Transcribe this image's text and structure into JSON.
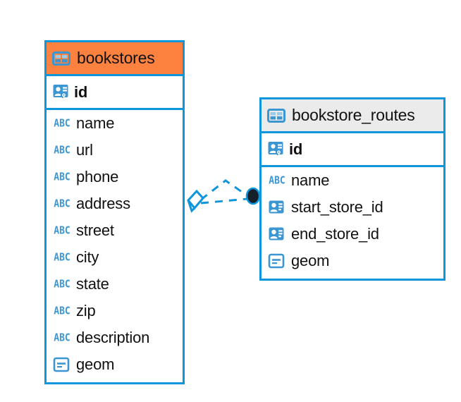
{
  "diagram": {
    "type": "entity-relationship-diagram",
    "background_color": "#ffffff",
    "accent_color": "#0D96DB",
    "entities": [
      {
        "name": "bookstores",
        "header_color": "#FD8240",
        "header_icon": "table-grid-icon",
        "primary_key": {
          "label": "id",
          "icon": "primary-key-icon"
        },
        "fields": [
          {
            "label": "name",
            "icon": "abc-string-icon"
          },
          {
            "label": "url",
            "icon": "abc-string-icon"
          },
          {
            "label": "phone",
            "icon": "abc-string-icon"
          },
          {
            "label": "address",
            "icon": "abc-string-icon"
          },
          {
            "label": "street",
            "icon": "abc-string-icon"
          },
          {
            "label": "city",
            "icon": "abc-string-icon"
          },
          {
            "label": "state",
            "icon": "abc-string-icon"
          },
          {
            "label": "zip",
            "icon": "abc-string-icon"
          },
          {
            "label": "description",
            "icon": "abc-string-icon"
          },
          {
            "label": "geom",
            "icon": "geometry-icon"
          }
        ]
      },
      {
        "name": "bookstore_routes",
        "header_color": "#EBEBEB",
        "header_icon": "table-grid-icon",
        "primary_key": {
          "label": "id",
          "icon": "primary-key-icon"
        },
        "fields": [
          {
            "label": "name",
            "icon": "abc-string-icon"
          },
          {
            "label": "start_store_id",
            "icon": "foreign-key-icon"
          },
          {
            "label": "end_store_id",
            "icon": "foreign-key-icon"
          },
          {
            "label": "geom",
            "icon": "geometry-icon"
          }
        ]
      }
    ],
    "relationship": {
      "line_style": "dashed",
      "line_color": "#0D96DB",
      "source_marker": "open-diamond",
      "target_marker": "filled-circle",
      "target_marker_color": "#15202B"
    },
    "icon_labels": {
      "abc": "ABC"
    }
  }
}
